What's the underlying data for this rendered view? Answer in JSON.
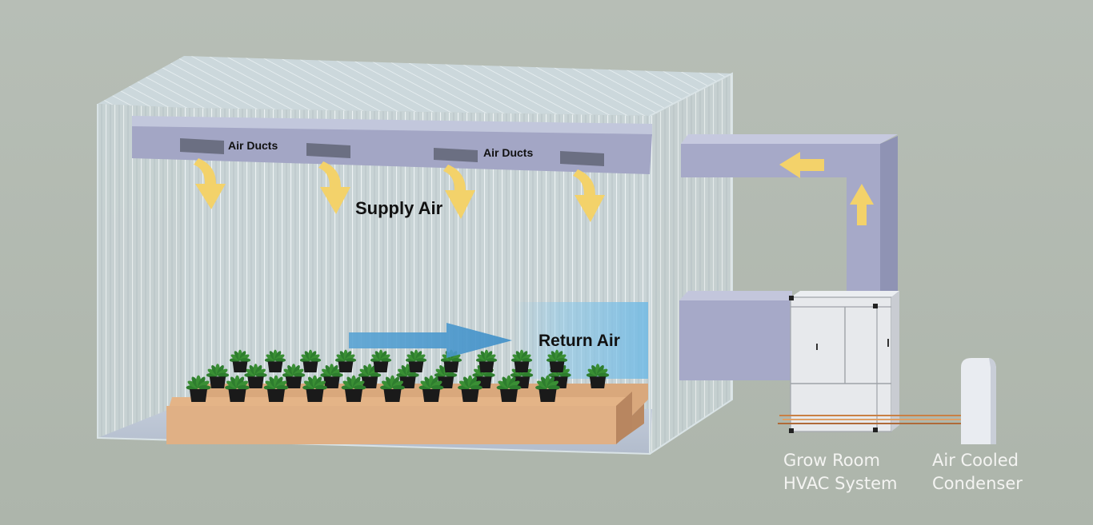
{
  "labels": {
    "air_ducts_1": "Air Ducts",
    "air_ducts_2": "Air Ducts",
    "supply_air": "Supply Air",
    "return_air": "Return Air",
    "hvac_line1": "Grow Room",
    "hvac_line2": "HVAC System",
    "condenser_line1": "Air Cooled",
    "condenser_line2": "Condenser"
  },
  "colors": {
    "background": "#b4bcb2",
    "supply_arrows": "#f3d26a",
    "return_arrow": "#4a99cf",
    "duct": "#a6a9c8",
    "bench": "#e0b085",
    "plant_leaf": "#2e7d2e",
    "pot": "#1a1a1a",
    "light_text": "#f4f4f2"
  },
  "icons": {
    "supply_arrow": "curved-down-arrow",
    "return_arrow": "right-arrow",
    "hvac_arrows": [
      "left-arrow",
      "up-arrow"
    ]
  }
}
